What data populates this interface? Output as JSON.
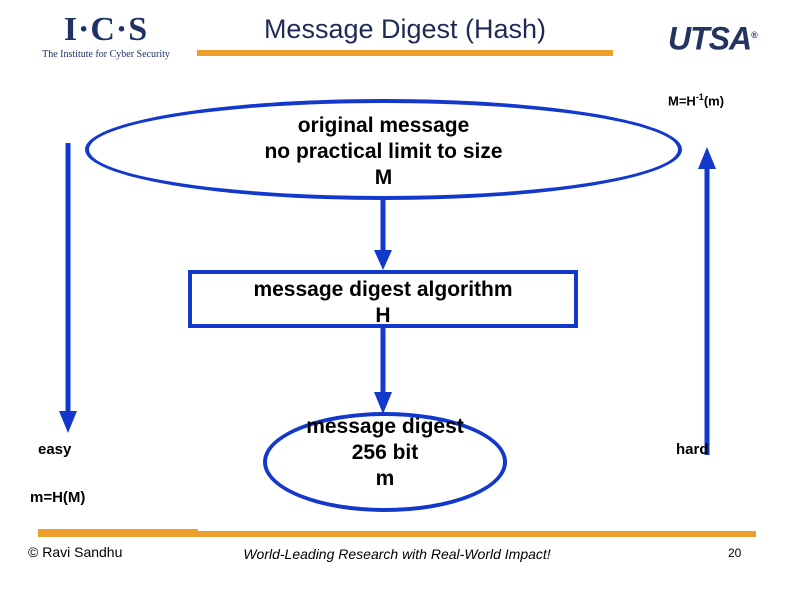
{
  "slide": {
    "title": "Message Digest (Hash)",
    "page_number": "20",
    "accent_orange": "#ee9f2b",
    "diagram_blue": "#1338cc",
    "title_navy": "#1f2b55"
  },
  "logos": {
    "ics_mark": "I·C·S",
    "ics_tagline": "The Institute for Cyber Security",
    "utsa_mark": "UTSA",
    "utsa_registered": "®"
  },
  "diagram": {
    "top_ellipse": {
      "line1": "original message",
      "line2": "no practical limit to size",
      "line3": "M"
    },
    "algorithm_box": {
      "line1": "message digest algorithm",
      "line2": "H"
    },
    "bottom_ellipse": {
      "line1": "message digest",
      "line2": "256 bit",
      "line3": "m"
    },
    "annotations": {
      "left_direction": "easy",
      "left_formula": "m=H(M)",
      "right_direction": "hard",
      "right_formula_base": "M=H",
      "right_formula_exp": "-1",
      "right_formula_arg": "(m)"
    }
  },
  "footer": {
    "copyright": "© Ravi  Sandhu",
    "tagline": "World-Leading Research with Real-World Impact!"
  }
}
